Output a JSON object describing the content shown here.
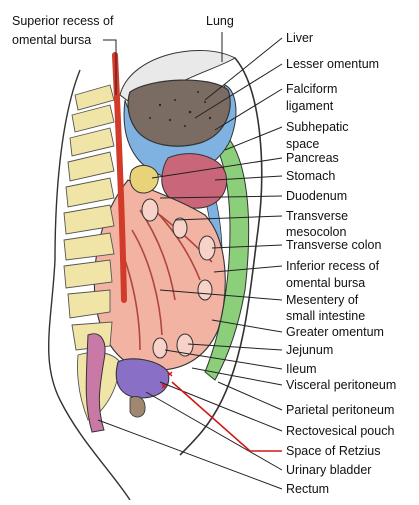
{
  "top_labels": {
    "superior_recess": [
      "Superior recess of",
      "omental bursa"
    ],
    "lung": "Lung"
  },
  "right_labels": [
    {
      "id": "liver",
      "lines": [
        "Liver"
      ]
    },
    {
      "id": "lesser-omentum",
      "lines": [
        "Lesser omentum"
      ]
    },
    {
      "id": "falciform-ligament",
      "lines": [
        "Falciform",
        "ligament"
      ]
    },
    {
      "id": "subhepatic-space",
      "lines": [
        "Subhepatic",
        "space"
      ]
    },
    {
      "id": "pancreas",
      "lines": [
        "Pancreas"
      ]
    },
    {
      "id": "stomach",
      "lines": [
        "Stomach"
      ]
    },
    {
      "id": "duodenum",
      "lines": [
        "Duodenum"
      ]
    },
    {
      "id": "transverse-mesocolon",
      "lines": [
        "Transverse",
        "mesocolon"
      ]
    },
    {
      "id": "transverse-colon",
      "lines": [
        "Transverse colon"
      ]
    },
    {
      "id": "inferior-recess",
      "lines": [
        "Inferior recess of",
        "omental bursa"
      ]
    },
    {
      "id": "mesentery",
      "lines": [
        "Mesentery of",
        "small intestine"
      ]
    },
    {
      "id": "greater-omentum",
      "lines": [
        "Greater omentum"
      ]
    },
    {
      "id": "jejunum",
      "lines": [
        "Jejunum"
      ]
    },
    {
      "id": "ileum",
      "lines": [
        "Ileum"
      ]
    },
    {
      "id": "visceral-peritoneum",
      "lines": [
        "Visceral peritoneum"
      ]
    },
    {
      "id": "parietal-peritoneum",
      "lines": [
        "Parietal peritoneum"
      ]
    },
    {
      "id": "rectovesical-pouch",
      "lines": [
        "Rectovesical pouch"
      ]
    },
    {
      "id": "space-of-retzius",
      "lines": [
        "Space of Retzius"
      ]
    },
    {
      "id": "urinary-bladder",
      "lines": [
        "Urinary bladder"
      ]
    },
    {
      "id": "rectum",
      "lines": [
        "Rectum"
      ]
    }
  ],
  "colors": {
    "liver": "#7a6c62",
    "bursa": "#7fb2e0",
    "stomach": "#c9667a",
    "peritoneal_green": "#8ccf7a",
    "mesentery": "#f2b3a3",
    "spine": "#f0e4a6",
    "aorta": "#d23a2a",
    "bladder": "#8a6fc6",
    "rectum": "#c879a6",
    "leader": "#222222",
    "retzius_leader": "#d01818"
  }
}
